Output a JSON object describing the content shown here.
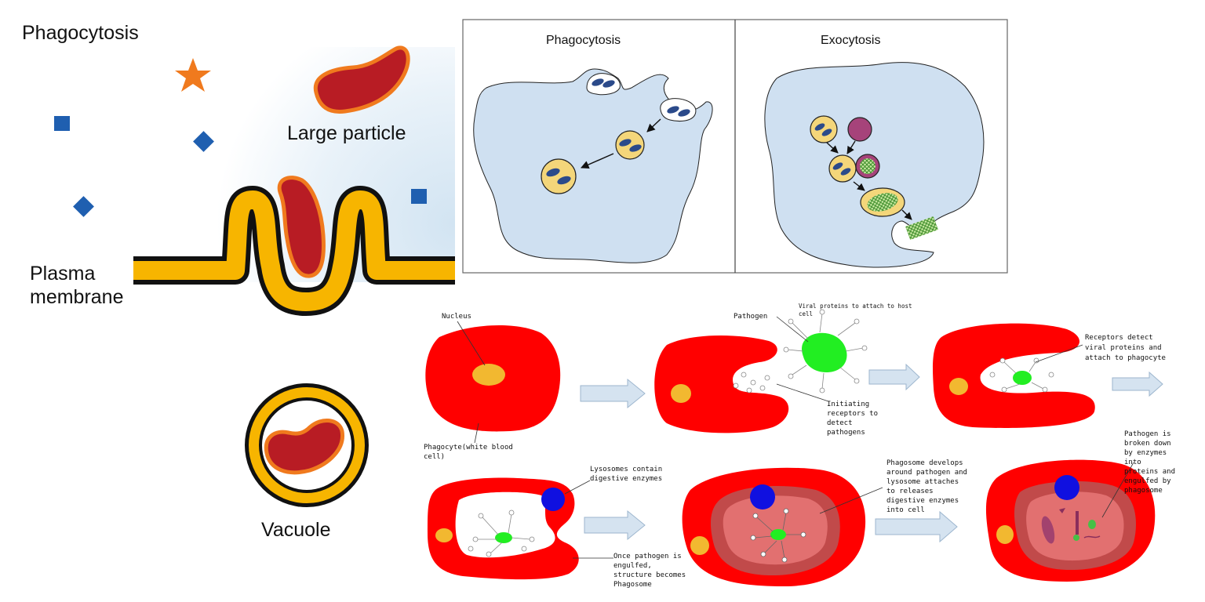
{
  "left_panel": {
    "title": "Phagocytosis",
    "large_particle_label": "Large particle",
    "plasma_membrane_label_line1": "Plasma",
    "plasma_membrane_label_line2": "membrane",
    "vacuole_label": "Vacuole"
  },
  "box_panel": {
    "phagocytosis_title": "Phagocytosis",
    "exocytosis_title": "Exocytosis"
  },
  "steps_panel": {
    "nucleus": "Nucleus",
    "phagocyte_line1": "Phagocyte(white blood",
    "phagocyte_line2": "cell)",
    "pathogen": "Pathogen",
    "viral_proteins_line1": "Viral proteins to attach to host",
    "viral_proteins_line2": "cell",
    "initiating_line1": "Initiating",
    "initiating_line2": "receptors to",
    "initiating_line3": "detect",
    "initiating_line4": "pathogens",
    "receptors_line1": "Receptors detect",
    "receptors_line2": "viral proteins and",
    "receptors_line3": "attach to phagocyte",
    "lysosomes_line1": "Lysosomes contain",
    "lysosomes_line2": "digestive enzymes",
    "once_line1": "Once pathogen is",
    "once_line2": "engulfed,",
    "once_line3": "structure becomes",
    "once_line4": "Phagosome",
    "phagosome_line1": "Phagosome develops",
    "phagosome_line2": "around pathogen and",
    "phagosome_line3": "lysosome attaches",
    "phagosome_line4": "to  releases",
    "phagosome_line5": "digestive enzymes",
    "phagosome_line6": "into cell",
    "broken_line1": "Pathogen is",
    "broken_line2": "broken down",
    "broken_line3": "by enzymes",
    "broken_line4": "into",
    "broken_line5": "proteins and",
    "broken_line6": "engulfed by",
    "broken_line7": "phagosome"
  },
  "colors": {
    "membrane": "#F7B500",
    "particle": "#B81C24",
    "particle_outline": "#F07A1E",
    "small_particle": "#1F5FB0",
    "cell_fill": "#CFE0F1",
    "phagocyte": "#FF0000",
    "pathogen": "#22EE22",
    "lysosome": "#1010E0",
    "nucleus": "#F2B830"
  }
}
